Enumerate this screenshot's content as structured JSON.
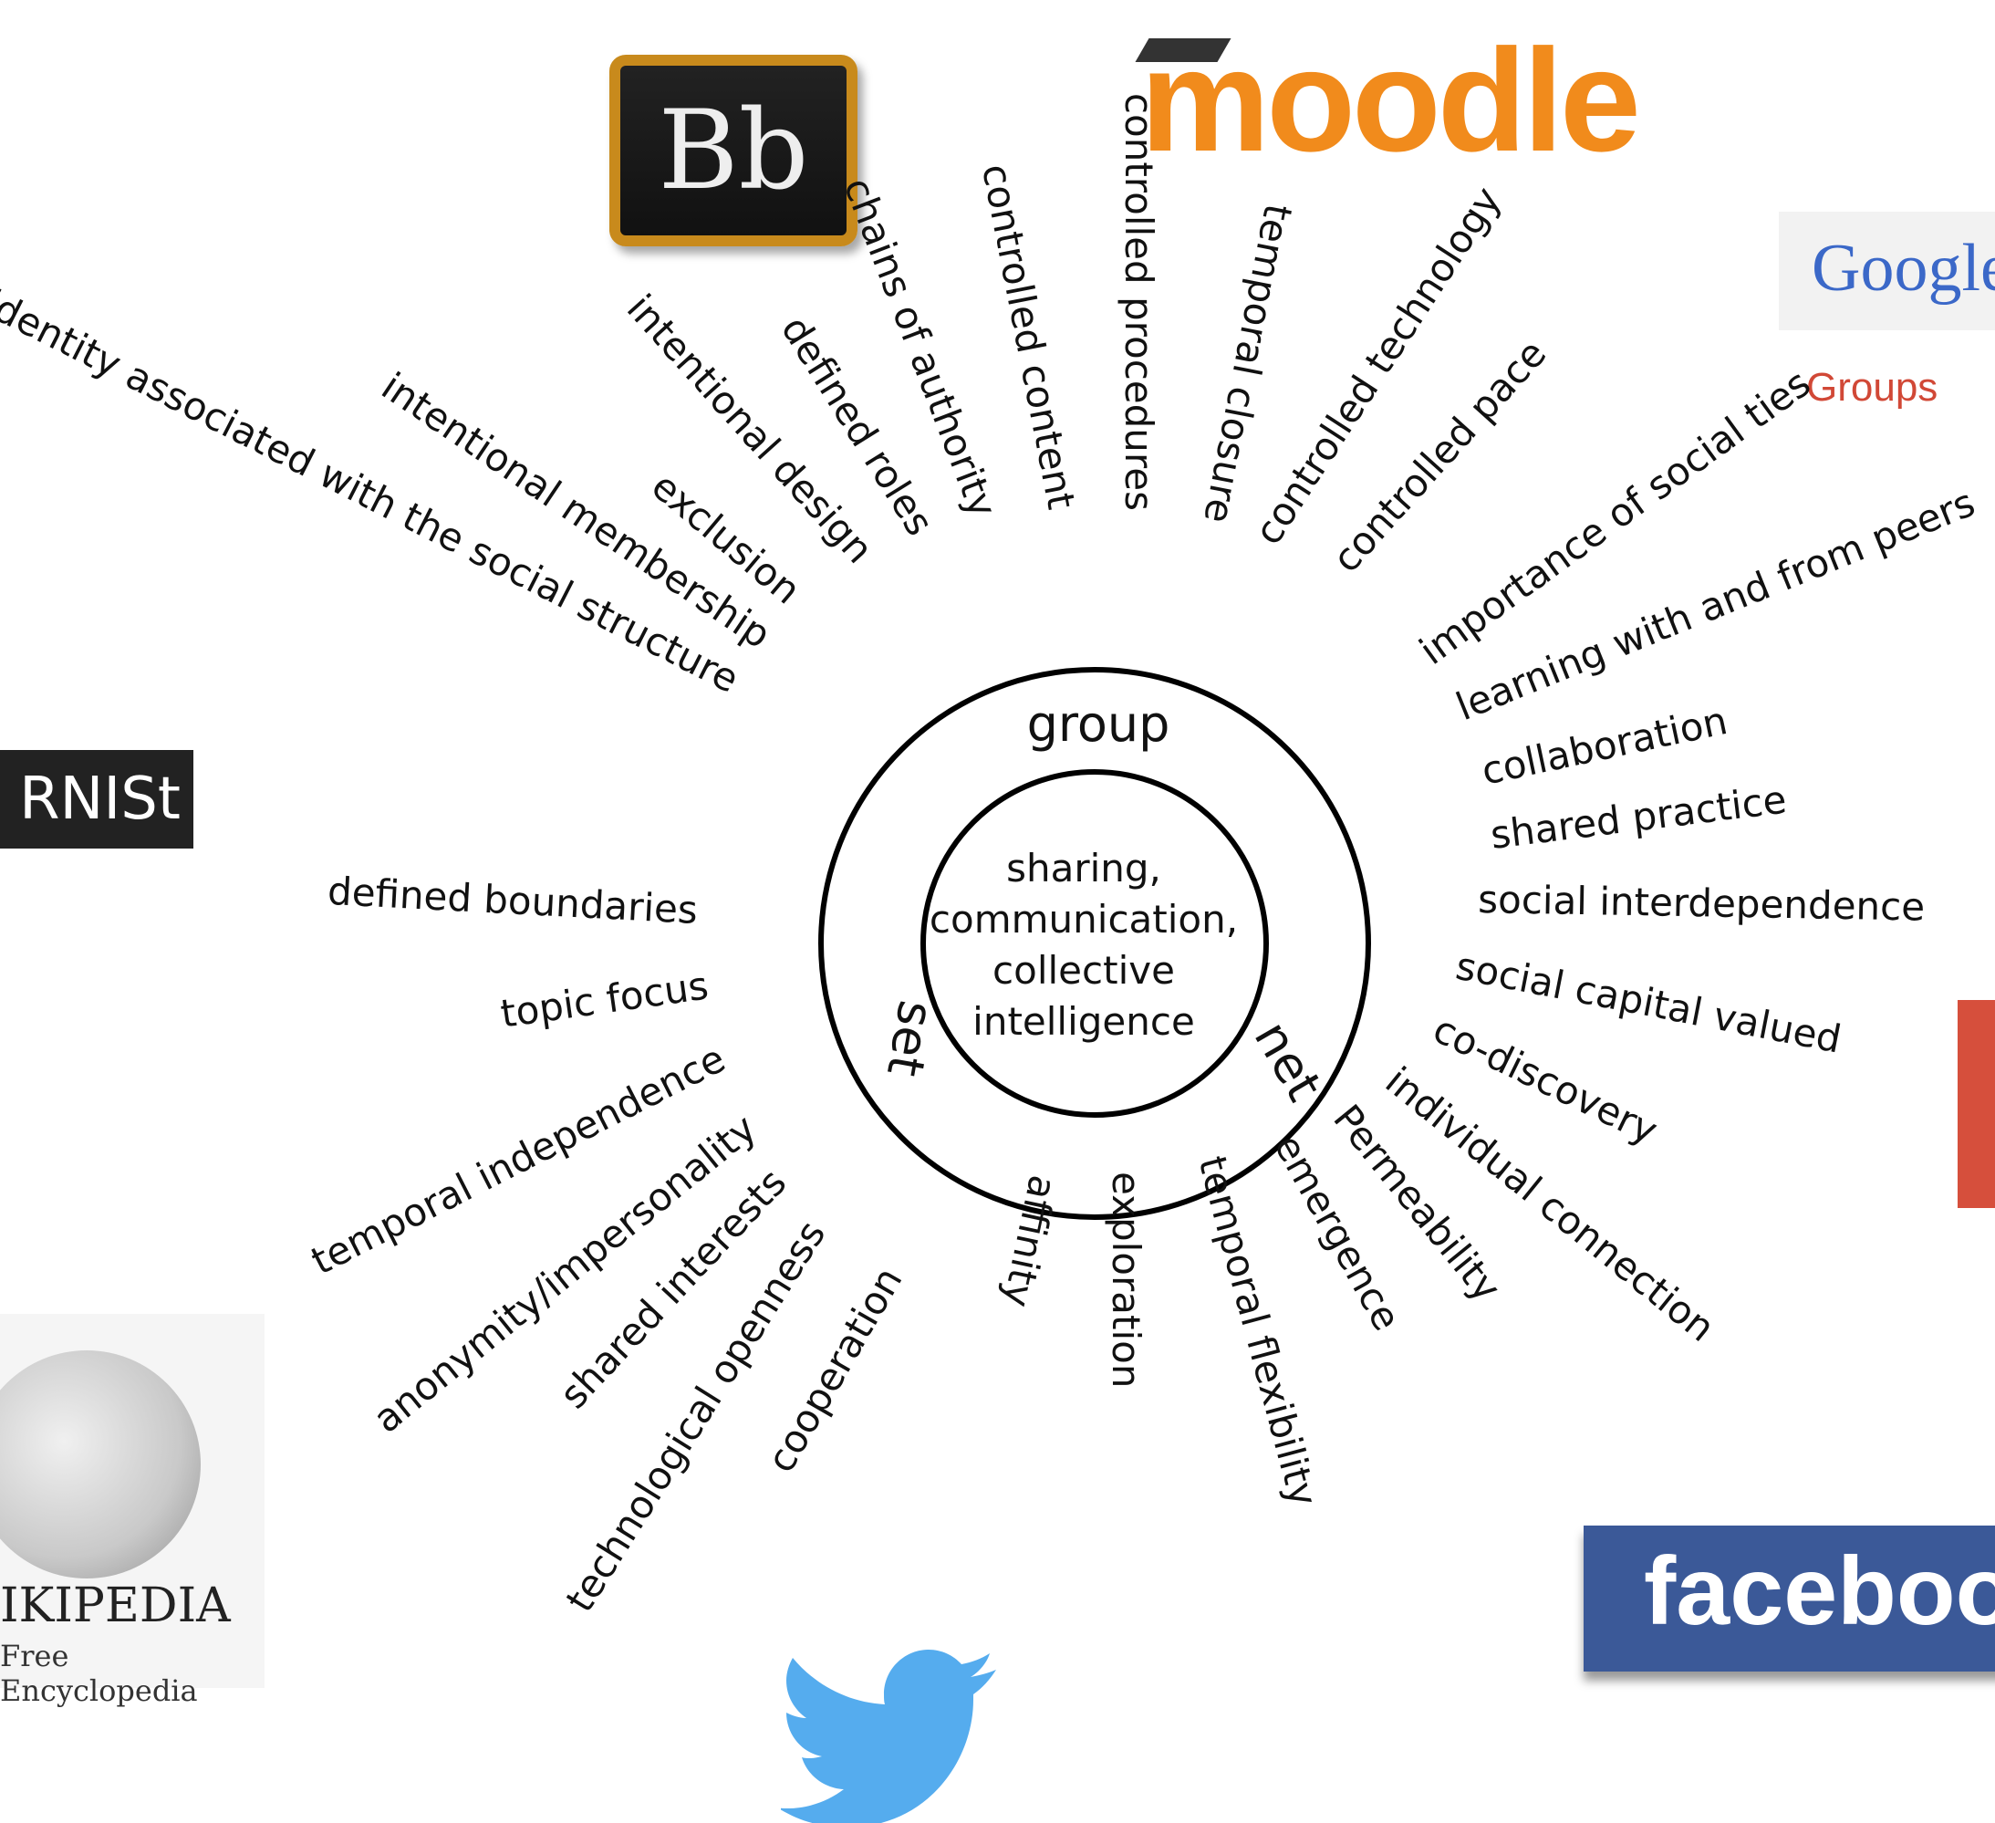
{
  "center": {
    "core_lines": [
      "sharing,",
      "communication,",
      "collective",
      "intelligence"
    ],
    "ring_labels": {
      "top": "group",
      "left": "set",
      "right": "net"
    }
  },
  "group_attributes": [
    "identity associated with the social structure",
    "intentional membership",
    "exclusion",
    "intentional design",
    "defined roles",
    "chains of authority",
    "controlled content",
    "controlled procedures",
    "temporal closure",
    "controlled technology",
    "controlled pace"
  ],
  "net_attributes": [
    "importance of social ties",
    "learning with and from peers",
    "collaboration",
    "shared practice",
    "social interdependence",
    "social capital valued",
    "co-discovery",
    "individual connection",
    "Permeability",
    "emergence",
    "temporal flexibility",
    "exploration",
    "affinity"
  ],
  "set_attributes": [
    "defined boundaries",
    "topic focus",
    "temporal independence",
    "anonymity/impersonality",
    "shared interests",
    "technological openness",
    "cooperation"
  ],
  "logos": {
    "blackboard": "Bb",
    "moodle": "moodle",
    "google": "Google",
    "google_groups": "Groups",
    "rnist": "RNISt",
    "wikipedia_title": "IKIPEDIA",
    "wikipedia_sub": "Free Encyclopedia",
    "facebook": "facebook",
    "twitter": "twitter-bird-icon"
  },
  "colors": {
    "moodle_orange": "#f18b1c",
    "google_blue": "#3b68c8",
    "groups_red": "#d14836",
    "facebook_blue": "#3b5998",
    "twitter_blue": "#55acee"
  }
}
